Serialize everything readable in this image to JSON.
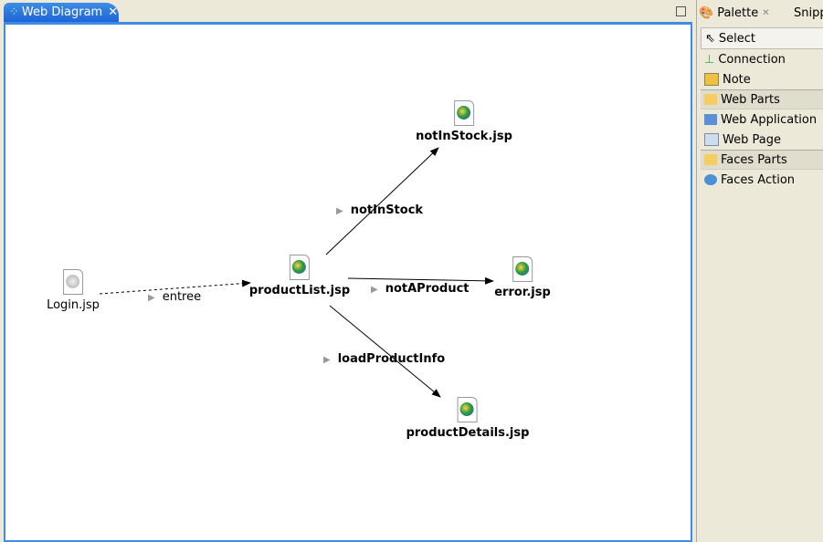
{
  "editor": {
    "tab_label": "Web Diagram",
    "close": "✕"
  },
  "nodes": [
    {
      "id": "login",
      "label": "Login.jsp"
    },
    {
      "id": "productList",
      "label": "productList.jsp"
    },
    {
      "id": "notInStock",
      "label": "notInStock.jsp"
    },
    {
      "id": "error",
      "label": "error.jsp"
    },
    {
      "id": "productDetails",
      "label": "productDetails.jsp"
    }
  ],
  "edges": [
    {
      "label": "entree"
    },
    {
      "label": "notInStock"
    },
    {
      "label": "notAProduct"
    },
    {
      "label": "loadProductInfo"
    }
  ],
  "palette": {
    "tab_label": "Palette",
    "tab2_label": "Snipp",
    "items": [
      "Select",
      "Connection",
      "Note",
      "Web Parts",
      "Web Application",
      "Web Page",
      "Faces Parts",
      "Faces Action"
    ]
  }
}
